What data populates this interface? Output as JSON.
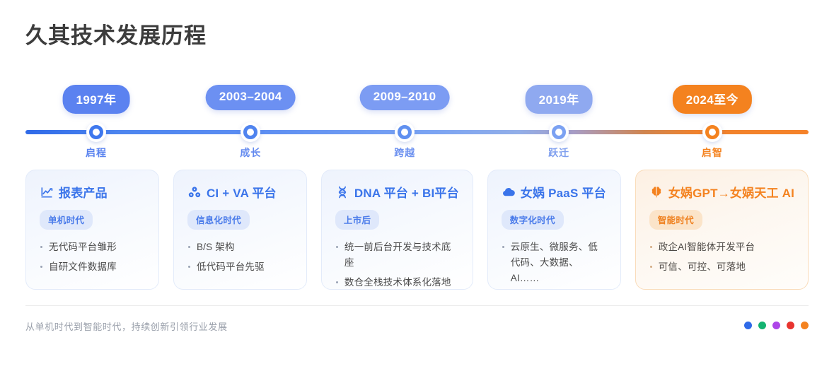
{
  "page": {
    "title": "久其技术发展历程",
    "footer_note": "从单机时代到智能时代，持续创新引领行业发展"
  },
  "colors": {
    "primary_blue": "#3a74ea",
    "accent_orange": "#f4821f",
    "bar_start": "#2f6ae8",
    "bar_end": "#f5822a",
    "title_text": "#3c3c3c",
    "footer_text": "#9aa0ab"
  },
  "timeline": {
    "milestones": [
      {
        "period": "1997年",
        "phase": "启程",
        "pill_color": "#5b82f0",
        "node_color": "#3f78ee",
        "sub_color": "#5a83ef",
        "pos_pct": 9.03
      },
      {
        "period": "2003–2004",
        "phase": "成长",
        "pill_color": "#6c90f2",
        "node_color": "#4f83ef",
        "sub_color": "#6289ef",
        "pos_pct": 28.75
      },
      {
        "period": "2009–2010",
        "phase": "跨越",
        "pill_color": "#7c9cf3",
        "node_color": "#6090f0",
        "sub_color": "#6f93f0",
        "pos_pct": 48.43
      },
      {
        "period": "2019年",
        "phase": "跃迁",
        "pill_color": "#8fa9f0",
        "node_color": "#7ba1f2",
        "sub_color": "#7f9fee",
        "pos_pct": 68.12
      },
      {
        "period": "2024至今",
        "phase": "启智",
        "pill_color": "#f4821f",
        "node_color": "#f4821f",
        "sub_color": "#f4821f",
        "pos_pct": 87.7
      }
    ]
  },
  "cards": [
    {
      "icon": "line-chart-icon",
      "title": "报表产品",
      "badge": "单机时代",
      "bullets": [
        "无代码平台雏形",
        "自研文件数据库"
      ],
      "accent": false
    },
    {
      "icon": "node-cluster-icon",
      "title": "CI + VA 平台",
      "badge": "信息化时代",
      "bullets": [
        "B/S 架构",
        "低代码平台先驱"
      ],
      "accent": false
    },
    {
      "icon": "dna-helix-icon",
      "title": "DNA 平台 + BI平台",
      "badge": "上市后",
      "bullets": [
        "统一前后台开发与技术底座",
        "数仓全栈技术体系化落地"
      ],
      "accent": false
    },
    {
      "icon": "cloud-icon",
      "title": "女娲 PaaS 平台",
      "badge": "数字化时代",
      "bullets": [
        "云原生、微服务、低代码、大数据、AI……"
      ],
      "accent": false
    },
    {
      "icon": "brain-icon",
      "title": "女娲GPT→女娲天工 AI",
      "badge": "智能时代",
      "bullets": [
        "政企AI智能体开发平台",
        "可信、可控、可落地"
      ],
      "accent": true
    }
  ],
  "footer_dots": [
    {
      "name": "dot-blue",
      "color": "#2f6ae8"
    },
    {
      "name": "dot-green",
      "color": "#13b371"
    },
    {
      "name": "dot-purple",
      "color": "#ad45e8"
    },
    {
      "name": "dot-red",
      "color": "#e8342f"
    },
    {
      "name": "dot-orange",
      "color": "#f4821f"
    }
  ]
}
